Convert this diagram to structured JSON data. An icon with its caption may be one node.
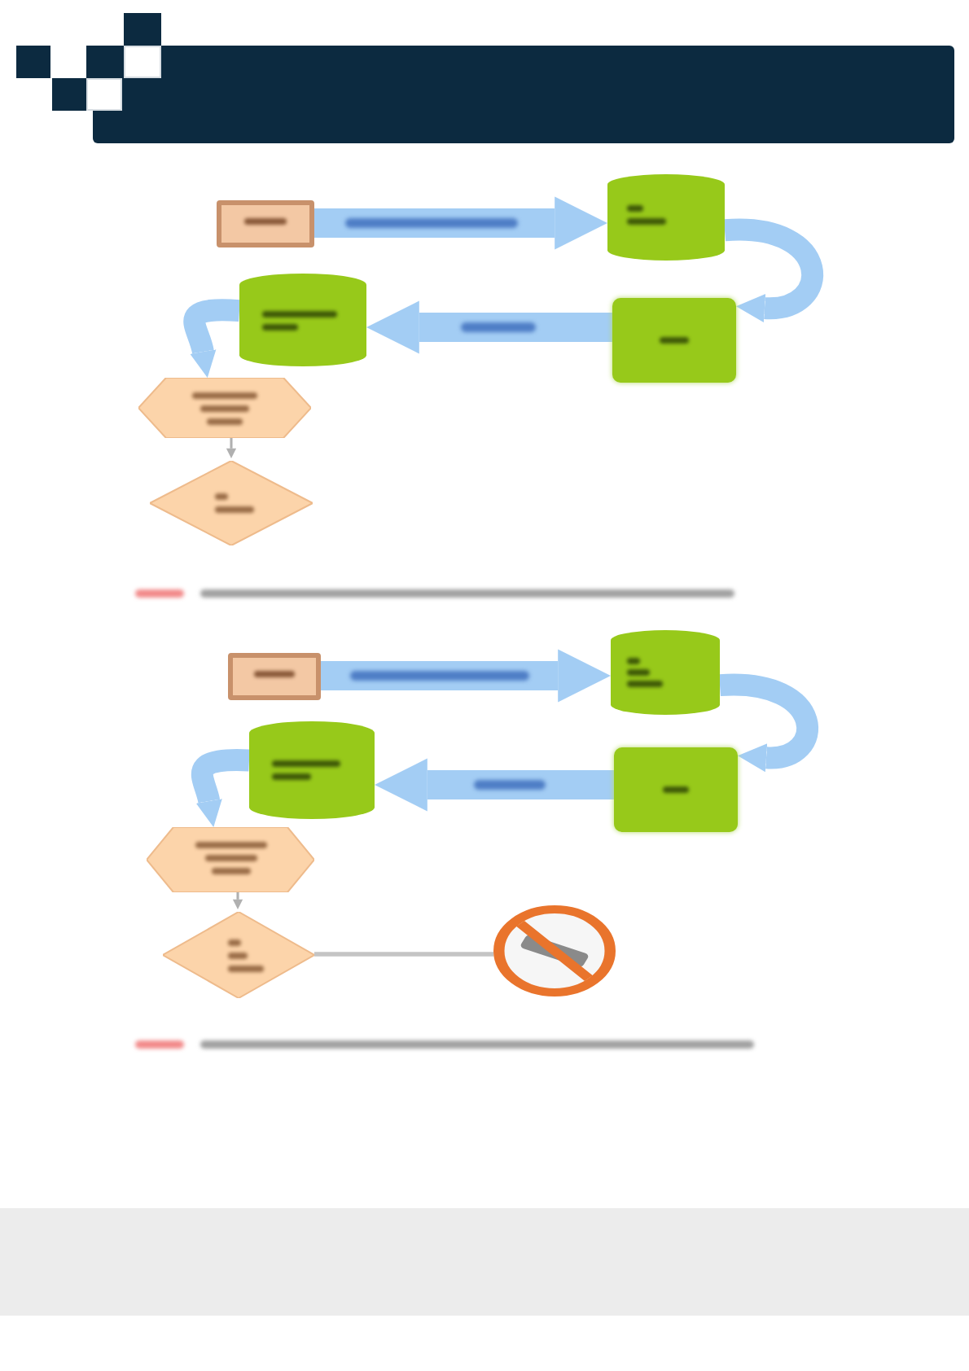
{
  "diagram": {
    "nodes": [
      {
        "text": [],
        "shape": "box"
      },
      {
        "text": [],
        "shape": "cylinder"
      },
      {
        "text": [],
        "shape": "box"
      },
      {
        "text": [],
        "shape": "cylinder"
      },
      {
        "text": [],
        "shape": "hexagon"
      },
      {
        "text": [],
        "shape": "diamond"
      },
      {
        "text": [],
        "shape": "box"
      },
      {
        "text": [],
        "shape": "cylinder"
      },
      {
        "text": [],
        "shape": "box"
      },
      {
        "text": [],
        "shape": "cylinder"
      },
      {
        "text": [],
        "shape": "hexagon"
      },
      {
        "text": [],
        "shape": "diamond"
      },
      {
        "text": [],
        "shape": "picture"
      }
    ],
    "edges": [
      {
        "from": 0,
        "to": 1,
        "arrow": "to"
      },
      {
        "from": 1,
        "to": 2,
        "arrow": "to"
      },
      {
        "from": 2,
        "to": 3,
        "arrow": "to"
      },
      {
        "from": 3,
        "to": 4,
        "arrow": "to"
      },
      {
        "from": 4,
        "to": 5,
        "arrow": "to",
        "color": "#b0b0b0"
      },
      {
        "from": 6,
        "to": 7,
        "arrow": "to"
      },
      {
        "from": 7,
        "to": 8,
        "arrow": "to"
      },
      {
        "from": 8,
        "to": 9,
        "arrow": "to"
      },
      {
        "from": 9,
        "to": 10,
        "arrow": "to"
      },
      {
        "from": 10,
        "to": 11,
        "arrow": "to",
        "color": "#b0b0b0"
      },
      {
        "from": 11,
        "to": 12,
        "arrow": "none",
        "color": "#c4c4c4"
      }
    ]
  }
}
